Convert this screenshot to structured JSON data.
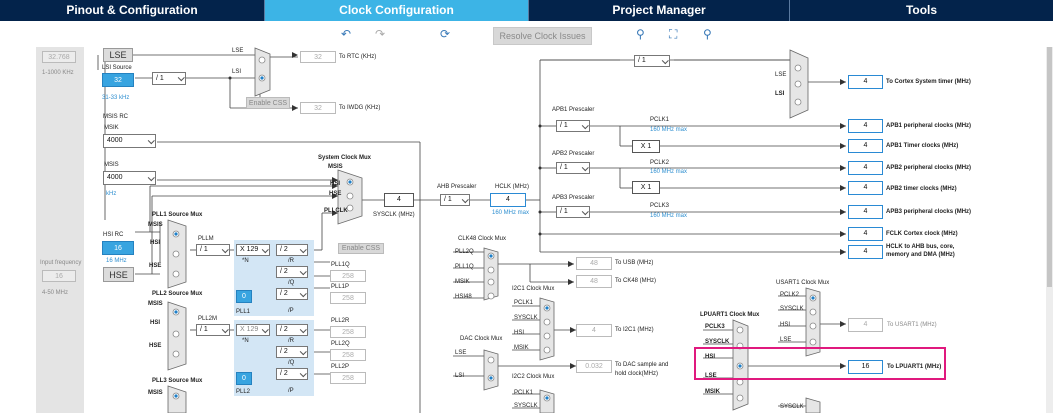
{
  "tabs": [
    {
      "label": "Pinout & Configuration",
      "active": false
    },
    {
      "label": "Clock Configuration",
      "active": true
    },
    {
      "label": "Project Manager",
      "active": false
    },
    {
      "label": "Tools",
      "active": false
    }
  ],
  "toolbar": {
    "resolve_label": "Resolve Clock Issues"
  },
  "left": {
    "lse_value": "32.768",
    "lse_range": "1-1000 KHz",
    "input_freq_label": "Input frequency",
    "input_freq_value": "16",
    "input_freq_range": "4-50 MHz"
  },
  "lse": {
    "label": "LSE"
  },
  "lsi": {
    "title": "LSI Source",
    "value": "32",
    "range": "31-33 kHz",
    "div": "/ 1"
  },
  "rtc": {
    "lse": "LSE",
    "lsi": "LSI",
    "value": "32",
    "label": "To RTC (KHz)",
    "enable_css": "Enable CSS"
  },
  "iwdg": {
    "value": "32",
    "label": "To IWDG (KHz)"
  },
  "msis": {
    "title": "MSIS RC",
    "msik_label": "MSIK",
    "msik_value": "4000",
    "msis_label": "MSIS",
    "msis_value": "4000",
    "khz": "kHz"
  },
  "sysmux": {
    "title": "System Clock Mux",
    "msis": "MSIS",
    "hsi": "HSI",
    "hse": "HSE",
    "pllclk": "PLLCLK",
    "enable_css": "Enable CSS",
    "sysclk_value": "4",
    "sysclk_label": "SYSCLK (MHz)"
  },
  "ahb": {
    "label": "AHB Prescaler",
    "value": "/ 1",
    "hclk_label": "HCLK (MHz)",
    "hclk_value": "4",
    "hclk_max": "160 MHz max"
  },
  "hsi": {
    "label": "HSI RC",
    "value": "16",
    "mhz": "16 MHz"
  },
  "hse": {
    "label": "HSE"
  },
  "pll1": {
    "title": "PLL1 Source Mux",
    "msis": "MSIS",
    "hsi": "HSI",
    "hse": "HSE",
    "pllm_label": "PLLM",
    "pllm_value": "/ 1",
    "n_value": "X 129",
    "n_label": "*N",
    "r_value": "/ 2",
    "r_label": "/R",
    "q_value": "/ 2",
    "q_label": "/Q",
    "p_value": "/ 2",
    "p_label": "/P",
    "plll_value": "0",
    "plll_label": "PLL1",
    "pll1q_label": "PLL1Q",
    "pll1q_value": "258",
    "pll1p_label": "PLL1P",
    "pll1p_value": "258"
  },
  "pll2": {
    "title": "PLL2 Source Mux",
    "msis": "MSIS",
    "hsi": "HSI",
    "hse": "HSE",
    "pllm_label": "PLL2M",
    "pllm_value": "/ 1",
    "n_value": "X 129",
    "n_label": "*N",
    "r_value": "/ 2",
    "r_label": "/R",
    "q_value": "/ 2",
    "q_label": "/Q",
    "p_value": "/ 2",
    "p_label": "/P",
    "val": "0",
    "lbl": "PLL2",
    "r_out_label": "PLL2R",
    "r_out_value": "258",
    "q_out_label": "PLL2Q",
    "q_out_value": "258",
    "p_out_label": "PLL2P",
    "p_out_value": "258"
  },
  "pll3": {
    "title": "PLL3 Source Mux",
    "msis": "MSIS"
  },
  "cortex": {
    "div": "/ 1",
    "lse": "LSE",
    "lsi": "LSI",
    "value": "4",
    "label": "To Cortex System timer (MHz)"
  },
  "apb1": {
    "label": "APB1 Prescaler",
    "div": "/ 1",
    "pclk": "PCLK1",
    "max": "160 MHz max",
    "x1": "X 1",
    "periph_value": "4",
    "periph_label": "APB1 peripheral clocks (MHz)",
    "timer_value": "4",
    "timer_label": "APB1 Timer clocks (MHz)"
  },
  "apb2": {
    "label": "APB2 Prescaler",
    "div": "/ 1",
    "pclk": "PCLK2",
    "max": "160 MHz max",
    "x1": "X 1",
    "periph_value": "4",
    "periph_label": "APB2 peripheral clocks (MHz)",
    "timer_value": "4",
    "timer_label": "APB2 timer clocks (MHz)"
  },
  "apb3": {
    "label": "APB3 Prescaler",
    "div": "/ 1",
    "pclk": "PCLK3",
    "max": "160 MHz max",
    "periph_value": "4",
    "periph_label": "APB3 peripheral clocks (MHz)"
  },
  "fclk": {
    "value": "4",
    "label": "FCLK Cortex clock (MHz)"
  },
  "hclk_bus": {
    "value": "4",
    "label1": "HCLK to AHB bus, core,",
    "label2": "memory and DMA (MHz)"
  },
  "clk48": {
    "title": "CLK48 Clock Mux",
    "in1": "PLL2Q",
    "in2": "PLL1Q",
    "in3": "MSIK",
    "in4": "HSI48",
    "usb_value": "48",
    "usb_label": "To USB (MHz)",
    "ck48_value": "48",
    "ck48_label": "To CK48 (MHz)"
  },
  "i2c1": {
    "title": "I2C1 Clock Mux",
    "in1": "PCLK1",
    "in2": "SYSCLK",
    "in3": "HSI",
    "in4": "MSIK",
    "value": "4",
    "label": "To I2C1 (MHz)"
  },
  "dac": {
    "title": "DAC Clock Mux",
    "in1": "LSE",
    "in2": "LSI",
    "value": "0.032",
    "label1": "To DAC sample and",
    "label2": "hold clock(MHz)"
  },
  "i2c2": {
    "title": "I2C2 Clock Mux",
    "in1": "PCLK1",
    "in2": "SYSCLK"
  },
  "lpuart": {
    "title": "LPUART1 Clock Mux",
    "in1": "PCLK3",
    "in2": "SYSCLK",
    "in3": "HSI",
    "in4": "LSE",
    "in5": "MSIK",
    "value": "16",
    "label": "To LPUART1 (MHz)"
  },
  "usart": {
    "title": "USART1 Clock Mux",
    "in1": "PCLK2",
    "in2": "SYSCLK",
    "in3": "HSI",
    "in4": "LSE",
    "value": "4",
    "label": "To USART1 (MHz)",
    "in5": "SYSCLK"
  },
  "colors": {
    "navy": "#03234b",
    "active_tab": "#3cb4e6",
    "highlight": "#e0197e",
    "blue_fill": "#38a4e0"
  }
}
